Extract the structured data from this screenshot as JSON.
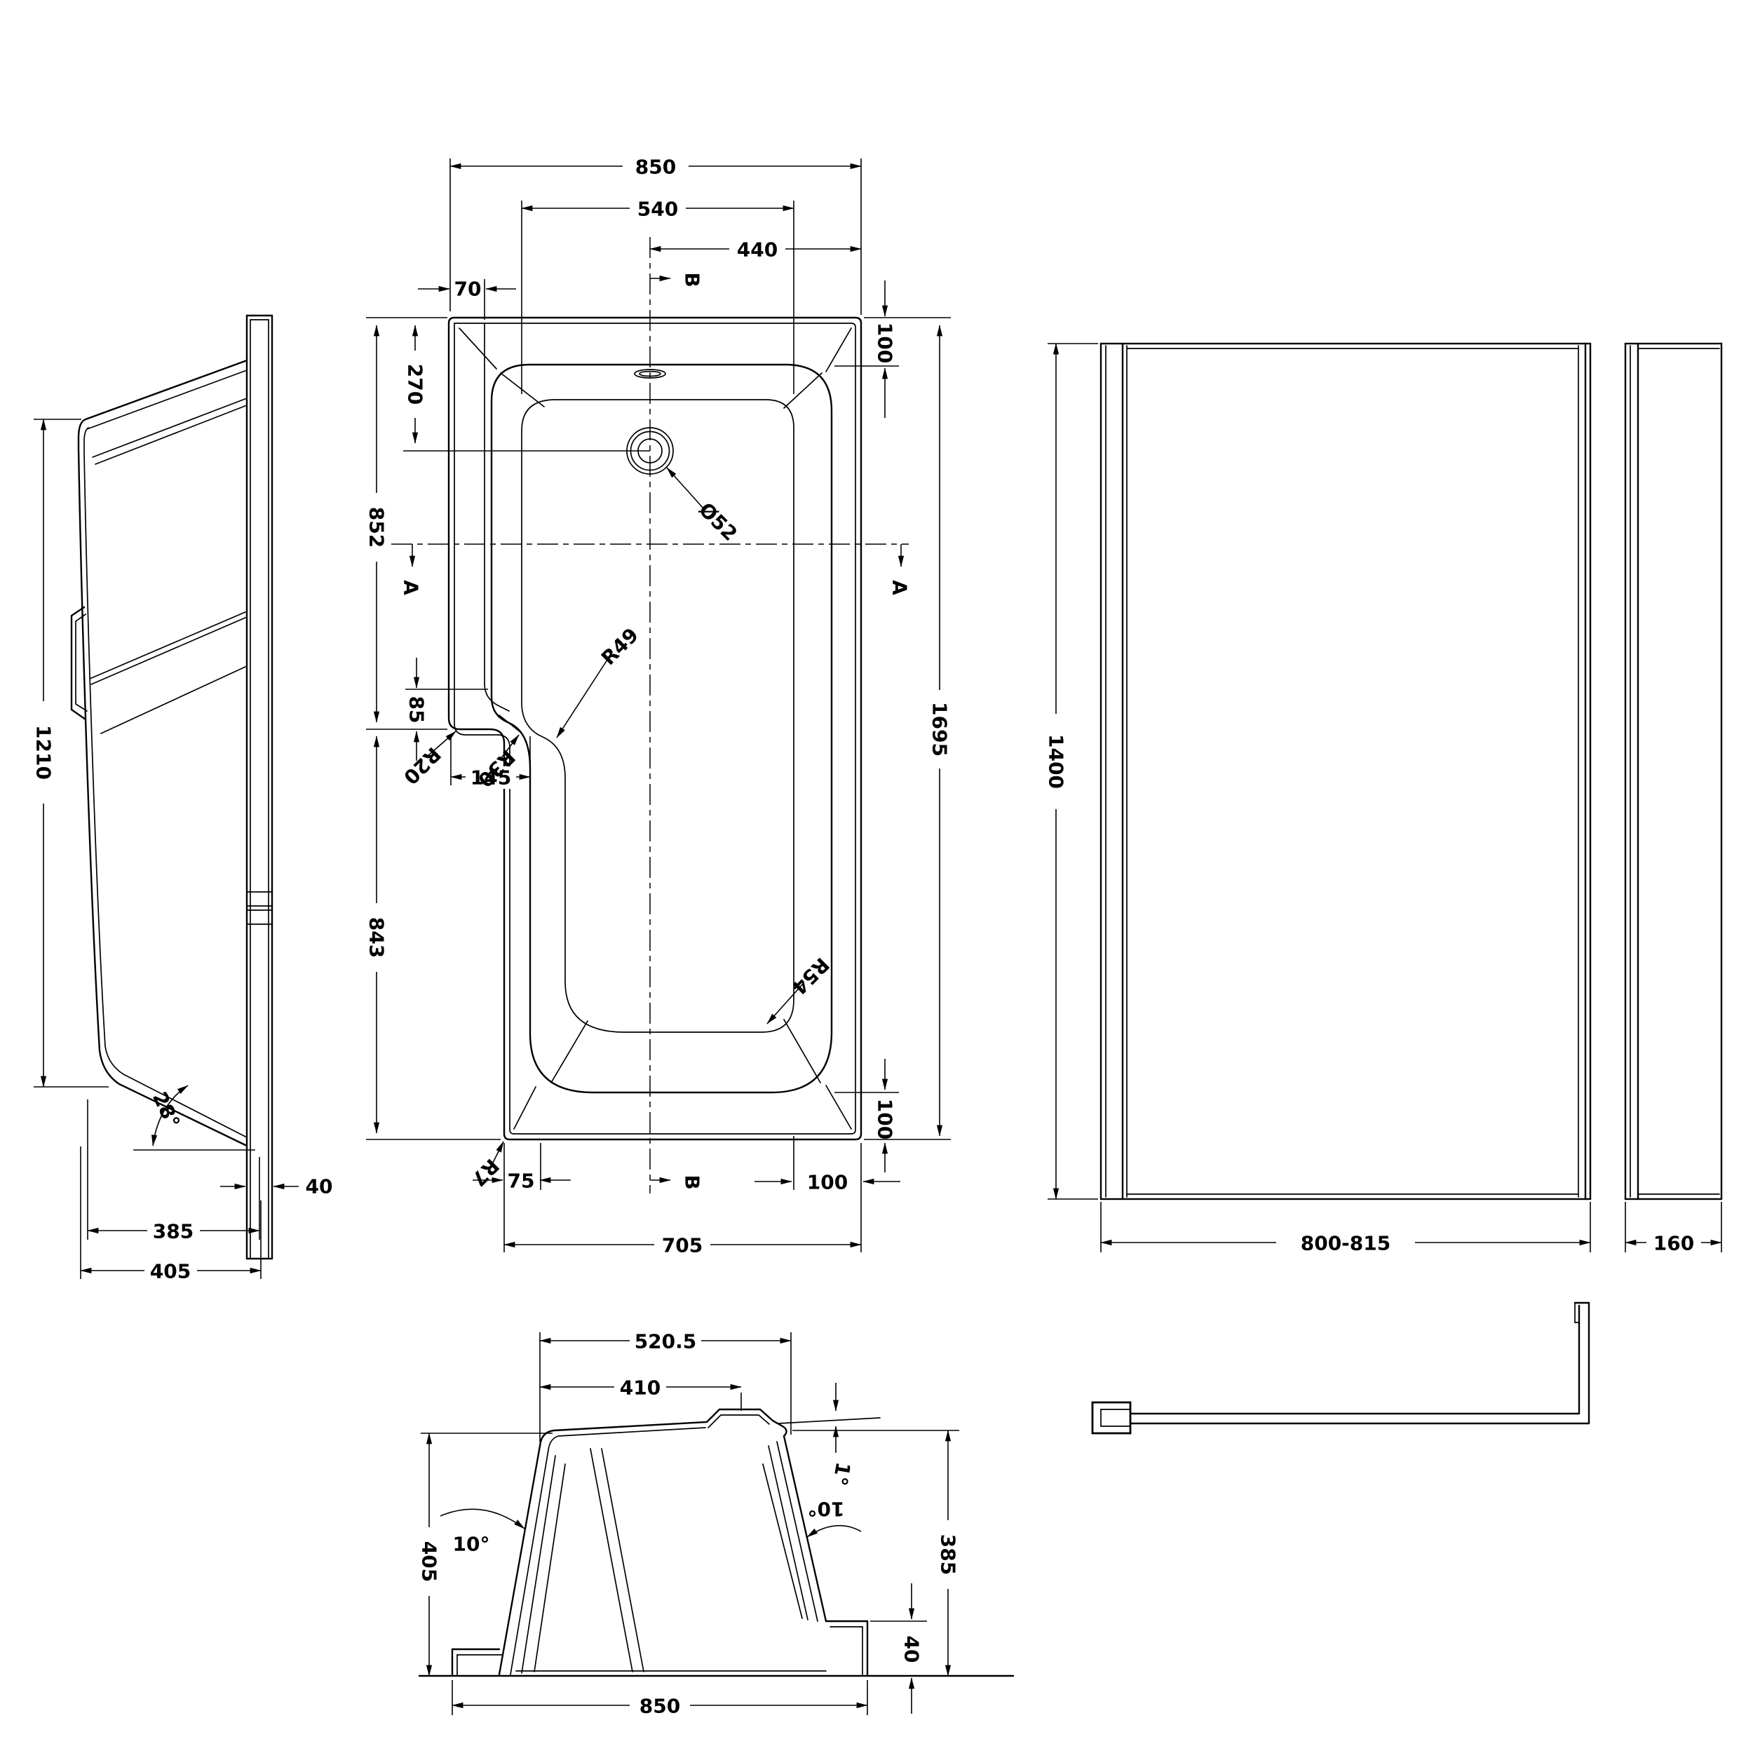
{
  "colors": {
    "ink": "#000000",
    "paper": "#ffffff"
  },
  "labels": {
    "side": {
      "h1210": "1210",
      "a28": "28°",
      "w40": "40",
      "w385": "385",
      "w405": "405"
    },
    "plan": {
      "d850": "850",
      "d540": "540",
      "d440": "440",
      "d70": "70",
      "d100tr": "100",
      "d270": "270",
      "d852": "852",
      "d85": "85",
      "d843": "843",
      "d145": "145",
      "d1695": "1695",
      "d100br": "100",
      "d100b": "100",
      "d705": "705",
      "d75": "75",
      "r20": "R20",
      "r30": "R30",
      "r49": "R49",
      "r54": "R54",
      "r7": "R7",
      "dia52": "Ø52",
      "secA": "A",
      "secB": "B"
    },
    "screen": {
      "h1400": "1400",
      "w800": "800-815",
      "w160": "160"
    },
    "section": {
      "d520": "520.5",
      "d410": "410",
      "d405": "405",
      "d385": "385",
      "d850": "850",
      "d40": "40",
      "a10l": "10°",
      "a10r": "10°",
      "a1": "1°"
    }
  }
}
